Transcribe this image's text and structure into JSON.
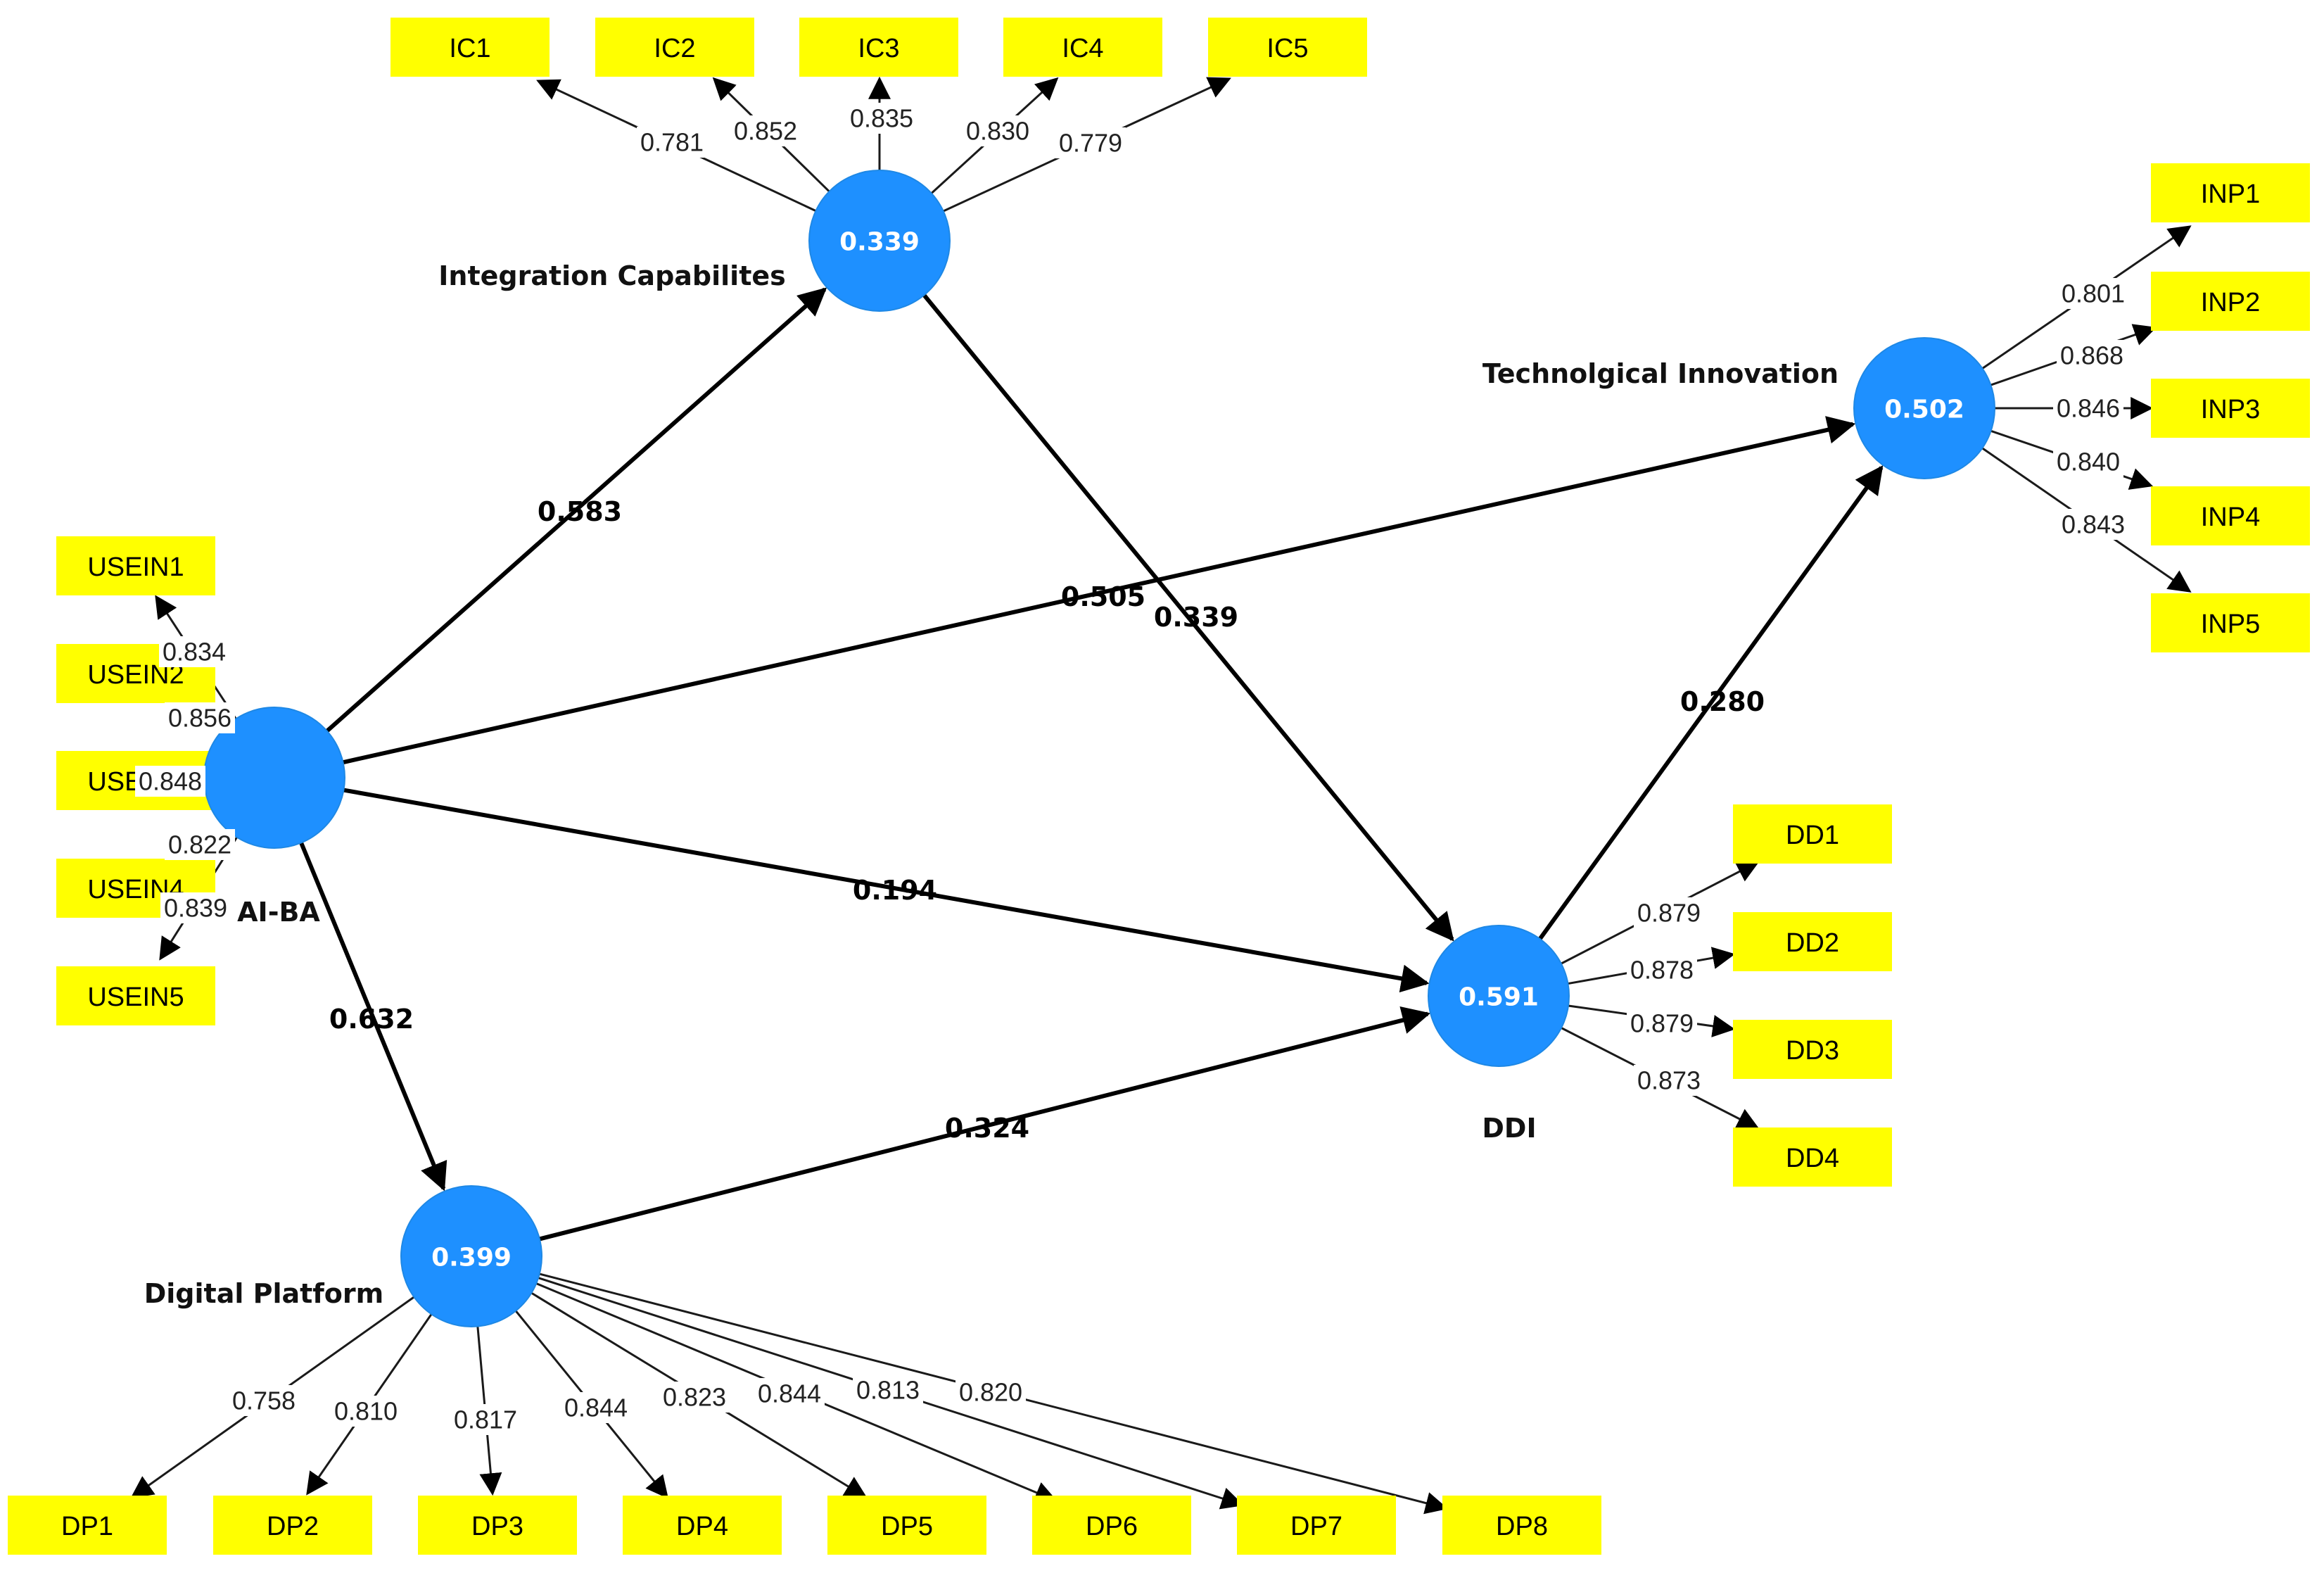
{
  "constructs": [
    {
      "id": "aiba",
      "name": "AI-BA",
      "value": ""
    },
    {
      "id": "ic",
      "name": "Integration Capabilites",
      "value": "0.339"
    },
    {
      "id": "ti",
      "name": "Technolgical Innovation",
      "value": "0.502"
    },
    {
      "id": "ddi",
      "name": "DDI",
      "value": "0.591"
    },
    {
      "id": "dp",
      "name": "Digital Platform",
      "value": "0.399"
    }
  ],
  "indicators": [
    {
      "label": "IC1",
      "construct": "ic",
      "loading": "0.781"
    },
    {
      "label": "IC2",
      "construct": "ic",
      "loading": "0.852"
    },
    {
      "label": "IC3",
      "construct": "ic",
      "loading": "0.835"
    },
    {
      "label": "IC4",
      "construct": "ic",
      "loading": "0.830"
    },
    {
      "label": "IC5",
      "construct": "ic",
      "loading": "0.779"
    },
    {
      "label": "INP1",
      "construct": "ti",
      "loading": "0.801"
    },
    {
      "label": "INP2",
      "construct": "ti",
      "loading": "0.868"
    },
    {
      "label": "INP3",
      "construct": "ti",
      "loading": "0.846"
    },
    {
      "label": "INP4",
      "construct": "ti",
      "loading": "0.840"
    },
    {
      "label": "INP5",
      "construct": "ti",
      "loading": "0.843"
    },
    {
      "label": "DD1",
      "construct": "ddi",
      "loading": "0.879"
    },
    {
      "label": "DD2",
      "construct": "ddi",
      "loading": "0.878"
    },
    {
      "label": "DD3",
      "construct": "ddi",
      "loading": "0.879"
    },
    {
      "label": "DD4",
      "construct": "ddi",
      "loading": "0.873"
    },
    {
      "label": "USEIN1",
      "construct": "aiba",
      "loading": "0.834"
    },
    {
      "label": "USEIN2",
      "construct": "aiba",
      "loading": "0.856"
    },
    {
      "label": "USEIN3",
      "construct": "aiba",
      "loading": "0.848"
    },
    {
      "label": "USEIN4",
      "construct": "aiba",
      "loading": "0.822"
    },
    {
      "label": "USEIN5",
      "construct": "aiba",
      "loading": "0.839"
    },
    {
      "label": "DP1",
      "construct": "dp",
      "loading": "0.758"
    },
    {
      "label": "DP2",
      "construct": "dp",
      "loading": "0.810"
    },
    {
      "label": "DP3",
      "construct": "dp",
      "loading": "0.817"
    },
    {
      "label": "DP4",
      "construct": "dp",
      "loading": "0.844"
    },
    {
      "label": "DP5",
      "construct": "dp",
      "loading": "0.823"
    },
    {
      "label": "DP6",
      "construct": "dp",
      "loading": "0.844"
    },
    {
      "label": "DP7",
      "construct": "dp",
      "loading": "0.813"
    },
    {
      "label": "DP8",
      "construct": "dp",
      "loading": "0.820"
    }
  ],
  "paths": [
    {
      "from": "aiba",
      "to": "ic",
      "coefficient": "0.583"
    },
    {
      "from": "aiba",
      "to": "ti",
      "coefficient": "0.505"
    },
    {
      "from": "aiba",
      "to": "ddi",
      "coefficient": "0.194"
    },
    {
      "from": "aiba",
      "to": "dp",
      "coefficient": "0.632"
    },
    {
      "from": "ic",
      "to": "ddi",
      "coefficient": "0.339"
    },
    {
      "from": "ddi",
      "to": "ti",
      "coefficient": "0.280"
    },
    {
      "from": "dp",
      "to": "ddi",
      "coefficient": "0.324"
    }
  ],
  "colors": {
    "construct": "#1e90ff",
    "indicator": "#ffff00"
  }
}
